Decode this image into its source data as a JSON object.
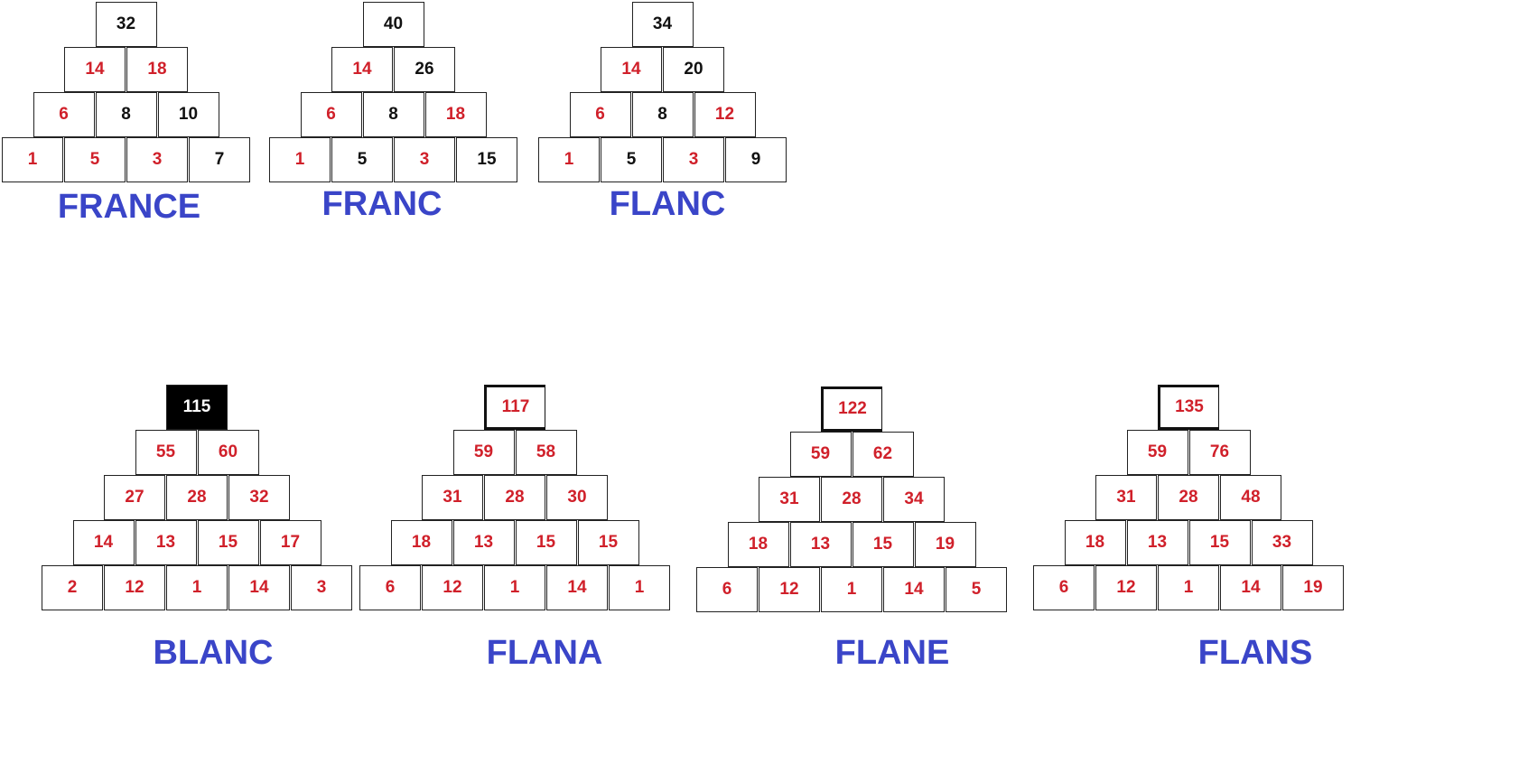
{
  "colors": {
    "red": "#d0202a",
    "black": "#111111",
    "label": "#3a45c8"
  },
  "pyramids": [
    {
      "label": "FRANCE",
      "apex_style": "plain",
      "rows": [
        [
          {
            "v": "32",
            "c": "black"
          }
        ],
        [
          {
            "v": "14",
            "c": "red"
          },
          {
            "v": "18",
            "c": "red"
          }
        ],
        [
          {
            "v": "6",
            "c": "red"
          },
          {
            "v": "8",
            "c": "black"
          },
          {
            "v": "10",
            "c": "black"
          }
        ],
        [
          {
            "v": "1",
            "c": "red"
          },
          {
            "v": "5",
            "c": "red"
          },
          {
            "v": "3",
            "c": "red"
          },
          {
            "v": "7",
            "c": "black"
          }
        ]
      ]
    },
    {
      "label": "FRANC",
      "apex_style": "plain",
      "rows": [
        [
          {
            "v": "40",
            "c": "black"
          }
        ],
        [
          {
            "v": "14",
            "c": "red"
          },
          {
            "v": "26",
            "c": "black"
          }
        ],
        [
          {
            "v": "6",
            "c": "red"
          },
          {
            "v": "8",
            "c": "black"
          },
          {
            "v": "18",
            "c": "red"
          }
        ],
        [
          {
            "v": "1",
            "c": "red"
          },
          {
            "v": "5",
            "c": "black"
          },
          {
            "v": "3",
            "c": "red"
          },
          {
            "v": "15",
            "c": "black"
          }
        ]
      ]
    },
    {
      "label": "FLANC",
      "apex_style": "plain",
      "rows": [
        [
          {
            "v": "34",
            "c": "black"
          }
        ],
        [
          {
            "v": "14",
            "c": "red"
          },
          {
            "v": "20",
            "c": "black"
          }
        ],
        [
          {
            "v": "6",
            "c": "red"
          },
          {
            "v": "8",
            "c": "black"
          },
          {
            "v": "12",
            "c": "red"
          }
        ],
        [
          {
            "v": "1",
            "c": "red"
          },
          {
            "v": "5",
            "c": "black"
          },
          {
            "v": "3",
            "c": "red"
          },
          {
            "v": "9",
            "c": "black"
          }
        ]
      ]
    },
    {
      "label": "BLANC",
      "apex_style": "black",
      "rows": [
        [
          {
            "v": "115",
            "c": "white"
          }
        ],
        [
          {
            "v": "55",
            "c": "red"
          },
          {
            "v": "60",
            "c": "red"
          }
        ],
        [
          {
            "v": "27",
            "c": "red"
          },
          {
            "v": "28",
            "c": "red"
          },
          {
            "v": "32",
            "c": "red"
          }
        ],
        [
          {
            "v": "14",
            "c": "red"
          },
          {
            "v": "13",
            "c": "red"
          },
          {
            "v": "15",
            "c": "red"
          },
          {
            "v": "17",
            "c": "red"
          }
        ],
        [
          {
            "v": "2",
            "c": "red"
          },
          {
            "v": "12",
            "c": "red"
          },
          {
            "v": "1",
            "c": "red"
          },
          {
            "v": "14",
            "c": "red"
          },
          {
            "v": "3",
            "c": "red"
          }
        ]
      ]
    },
    {
      "label": "FLANA",
      "apex_style": "thick",
      "rows": [
        [
          {
            "v": "117",
            "c": "red"
          }
        ],
        [
          {
            "v": "59",
            "c": "red"
          },
          {
            "v": "58",
            "c": "red"
          }
        ],
        [
          {
            "v": "31",
            "c": "red"
          },
          {
            "v": "28",
            "c": "red"
          },
          {
            "v": "30",
            "c": "red"
          }
        ],
        [
          {
            "v": "18",
            "c": "red"
          },
          {
            "v": "13",
            "c": "red"
          },
          {
            "v": "15",
            "c": "red"
          },
          {
            "v": "15",
            "c": "red"
          }
        ],
        [
          {
            "v": "6",
            "c": "red"
          },
          {
            "v": "12",
            "c": "red"
          },
          {
            "v": "1",
            "c": "red"
          },
          {
            "v": "14",
            "c": "red"
          },
          {
            "v": "1",
            "c": "red"
          }
        ]
      ]
    },
    {
      "label": "FLANE",
      "apex_style": "thick",
      "rows": [
        [
          {
            "v": "122",
            "c": "red"
          }
        ],
        [
          {
            "v": "59",
            "c": "red"
          },
          {
            "v": "62",
            "c": "red"
          }
        ],
        [
          {
            "v": "31",
            "c": "red"
          },
          {
            "v": "28",
            "c": "red"
          },
          {
            "v": "34",
            "c": "red"
          }
        ],
        [
          {
            "v": "18",
            "c": "red"
          },
          {
            "v": "13",
            "c": "red"
          },
          {
            "v": "15",
            "c": "red"
          },
          {
            "v": "19",
            "c": "red"
          }
        ],
        [
          {
            "v": "6",
            "c": "red"
          },
          {
            "v": "12",
            "c": "red"
          },
          {
            "v": "1",
            "c": "red"
          },
          {
            "v": "14",
            "c": "red"
          },
          {
            "v": "5",
            "c": "red"
          }
        ]
      ]
    },
    {
      "label": "FLANS",
      "apex_style": "thick",
      "rows": [
        [
          {
            "v": "135",
            "c": "red"
          }
        ],
        [
          {
            "v": "59",
            "c": "red"
          },
          {
            "v": "76",
            "c": "red"
          }
        ],
        [
          {
            "v": "31",
            "c": "red"
          },
          {
            "v": "28",
            "c": "red"
          },
          {
            "v": "48",
            "c": "red"
          }
        ],
        [
          {
            "v": "18",
            "c": "red"
          },
          {
            "v": "13",
            "c": "red"
          },
          {
            "v": "15",
            "c": "red"
          },
          {
            "v": "33",
            "c": "red"
          }
        ],
        [
          {
            "v": "6",
            "c": "red"
          },
          {
            "v": "12",
            "c": "red"
          },
          {
            "v": "1",
            "c": "red"
          },
          {
            "v": "14",
            "c": "red"
          },
          {
            "v": "19",
            "c": "red"
          }
        ]
      ]
    }
  ]
}
